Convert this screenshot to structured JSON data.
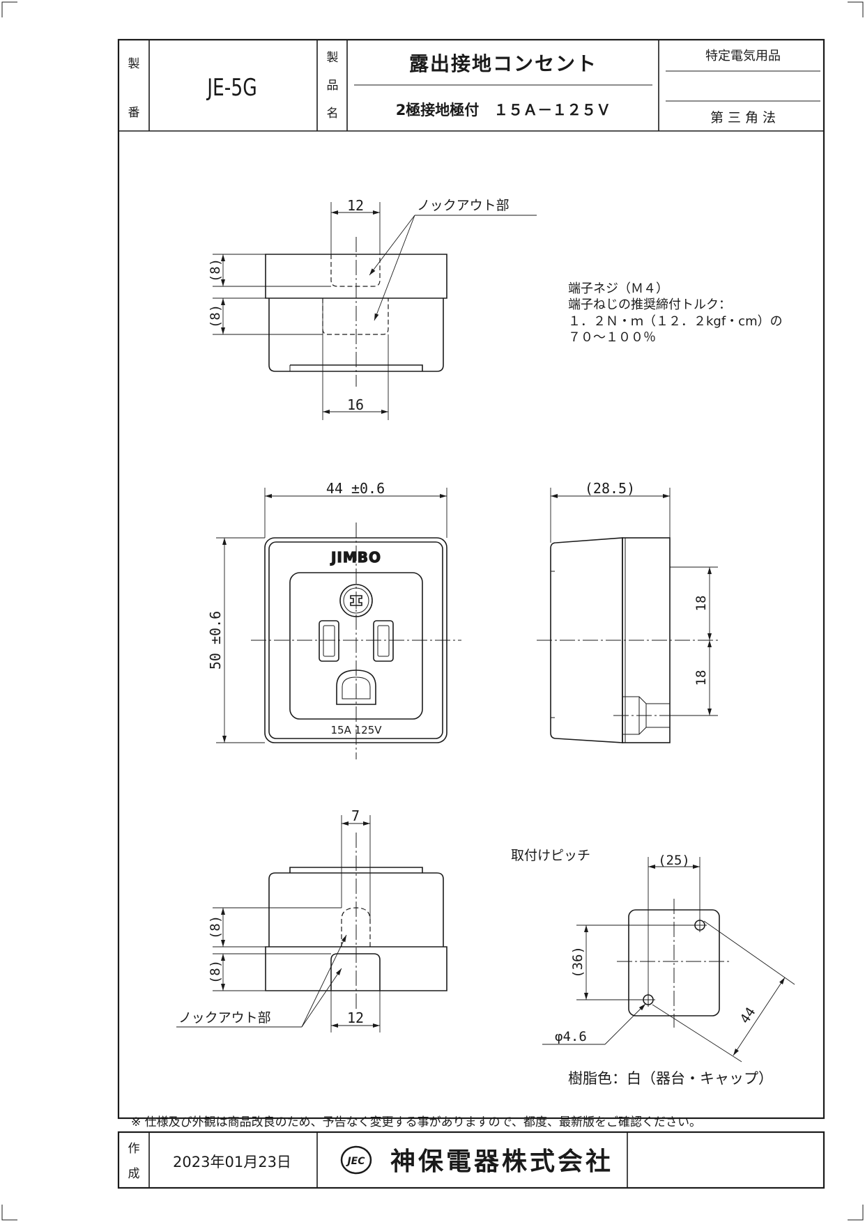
{
  "title_block": {
    "part_no_label_1": "製",
    "part_no_label_2": "番",
    "part_no": "JE-5G",
    "name_label_1": "製",
    "name_label_2": "品",
    "name_label_3": "名",
    "product_name": "露出接地コンセント",
    "product_spec": "2極接地極付　１５Ａ－１２５Ｖ",
    "category": "特定電気用品",
    "projection": "第 三 角 法"
  },
  "top_view": {
    "dim_knockout_width": "12",
    "dim_upper_height": "(8)",
    "dim_lower_height": "(8)",
    "dim_bottom_width": "16",
    "knockout_label": "ノックアウト部"
  },
  "front_view": {
    "dim_width": "44 ±0.6",
    "dim_height": "50 ±0.6",
    "brand": "JIMBO",
    "rating": "15A 125V"
  },
  "side_view": {
    "dim_depth": "(28.5)",
    "dim_upper": "18",
    "dim_lower": "18"
  },
  "terminal_note": {
    "line1": "端子ネジ（Ｍ４）",
    "line2": "端子ねじの推奨締付トルク：",
    "line3": "１．２Ｎ・ｍ（１２．２kgf・cm）の",
    "line4": "７０～１００％"
  },
  "bottom_view": {
    "dim_knockout": "7",
    "dim_upper_height": "(8)",
    "dim_lower_height": "(8)",
    "dim_width": "12",
    "knockout_label": "ノックアウト部"
  },
  "mounting": {
    "title": "取付けピッチ",
    "dim_horizontal": "(25)",
    "dim_vertical": "(36)",
    "dim_diagonal": "44",
    "hole_diameter": "φ4.6"
  },
  "resin_color": "樹脂色：白（器台・キャップ）",
  "disclaimer": "※ 仕様及び外観は商品改良のため、予告なく変更する事がありますので、都度、最新版をご確認ください。",
  "footer": {
    "created_label_1": "作",
    "created_label_2": "成",
    "date": "2023年01月23日",
    "logo_text": "JEC",
    "company": "神保電器株式会社"
  }
}
